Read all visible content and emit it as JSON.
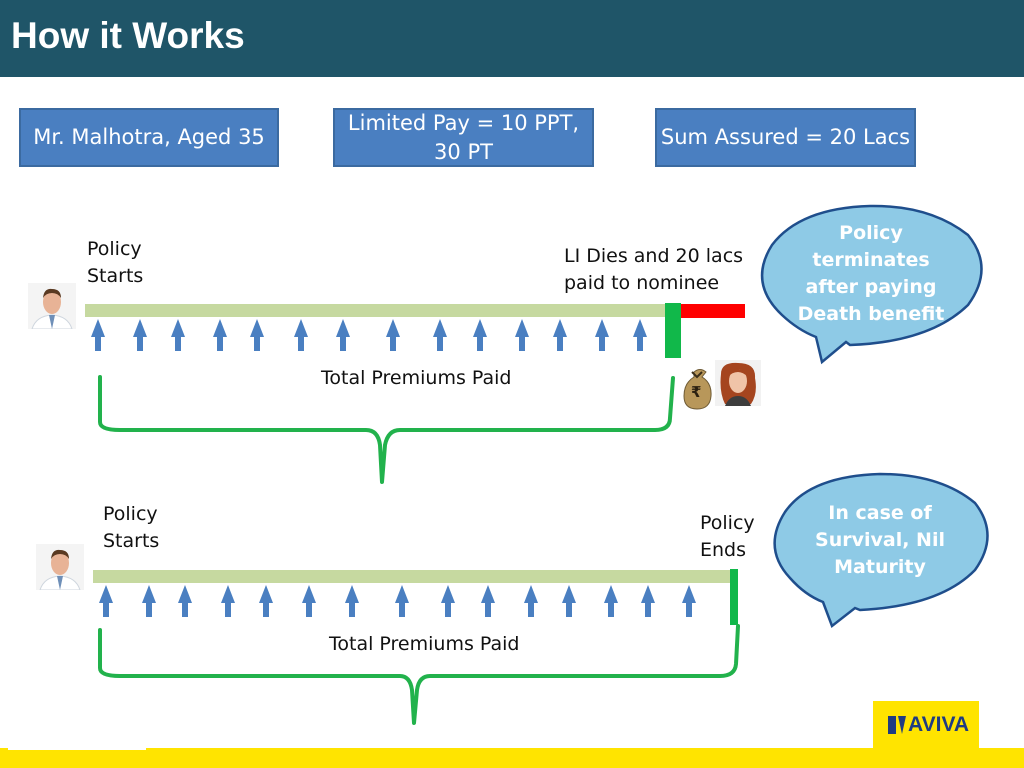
{
  "title": "How it Works",
  "info_boxes": {
    "insured": "Mr. Malhotra, Aged 35",
    "limited_pay_line1": "Limited Pay = 10 PPT,",
    "limited_pay_line2": "30 PT",
    "sum_assured": "Sum Assured = 20 Lacs"
  },
  "scenario_death": {
    "start_line1": "Policy",
    "start_line2": "Starts",
    "event_line1": "LI Dies and 20 lacs",
    "event_line2": "paid to nominee",
    "premiums_label": "Total Premiums Paid",
    "bubble_line1": "Policy",
    "bubble_line2": "terminates",
    "bubble_line3": "after paying",
    "bubble_line4": "Death benefit",
    "money_symbol": "₹"
  },
  "scenario_survival": {
    "start_line1": "Policy",
    "start_line2": "Starts",
    "end_line1": "Policy",
    "end_line2": "Ends",
    "premiums_label": "Total Premiums Paid",
    "bubble_line1": "In case of",
    "bubble_line2": "Survival, Nil",
    "bubble_line3": "Maturity"
  },
  "logo": {
    "text": "AVIVA"
  },
  "colors": {
    "header": "#1f5568",
    "box_fill": "#4a7fc1",
    "bubble_fill": "#8ecae6",
    "bubble_border": "#1f4e8c",
    "bar": "#c6d9a0",
    "bracket": "#22b24c",
    "death_segment": "#ff0000",
    "logo_yellow": "#ffe400"
  }
}
